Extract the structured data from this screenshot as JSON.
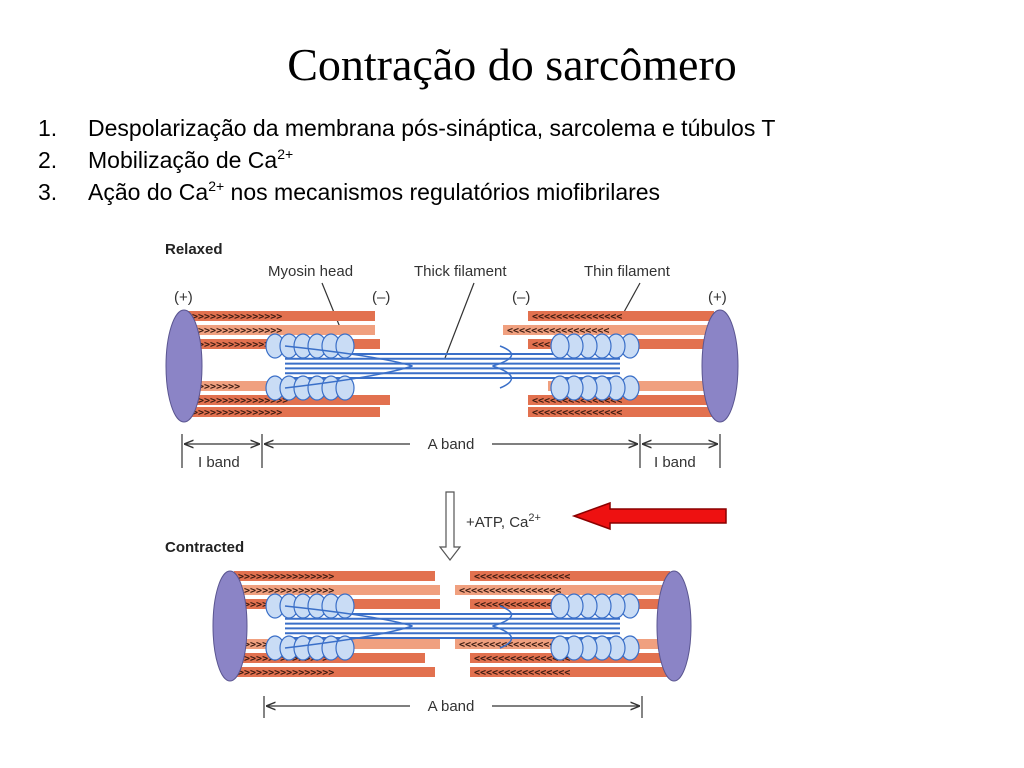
{
  "title": "Contração do sarcômero",
  "list": [
    {
      "num": "1.",
      "text": "Despolarização da membrana pós-sináptica, sarcolema e túbulos T",
      "sup": "",
      "after": ""
    },
    {
      "num": "2.",
      "text": "Mobilização de Ca",
      "sup": "2+",
      "after": ""
    },
    {
      "num": "3.",
      "text": "Ação do Ca",
      "sup": "2+",
      "after": " nos mecanismos regulatórios miofibrilares"
    }
  ],
  "diagram": {
    "relaxed_label": "Relaxed",
    "contracted_label": "Contracted",
    "myosin_head_label": "Myosin head",
    "thick_filament_label": "Thick filament",
    "thin_filament_label": "Thin filament",
    "plus_label": "(+)",
    "minus_label": "(–)",
    "a_band_label": "A band",
    "i_band_label": "I band",
    "atp_label": "+ATP, Ca",
    "atp_sup": "2+",
    "colors": {
      "thin_filament": "#e2714f",
      "thin_filament_light": "#f0a07f",
      "thick_filament": "#3a6fc8",
      "myosin_head": "#c9dcf5",
      "z_disc": "#8b84c6",
      "red_arrow": "#ee1111"
    }
  }
}
